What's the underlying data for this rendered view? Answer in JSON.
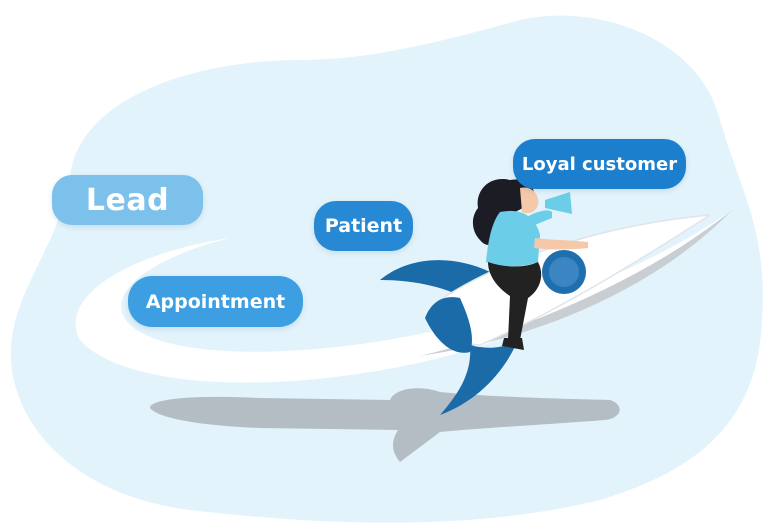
{
  "colors": {
    "background_blob": "#e2f3fb",
    "swoosh": "#ffffff",
    "shadow": "#b4bcc4",
    "rocket_body": "#ffffff",
    "rocket_fin": "#1a6ba8",
    "porthole": "#1f6fae",
    "shirt": "#6ccde9",
    "hair": "#1c1c24",
    "pants": "#222222"
  },
  "icons": [
    "rocket-illustration",
    "woman-with-megaphone",
    "megaphone-icon"
  ],
  "labels": {
    "lead": "Lead",
    "appointment": "Appointment",
    "patient": "Patient",
    "loyal_customer": "Loyal customer"
  }
}
